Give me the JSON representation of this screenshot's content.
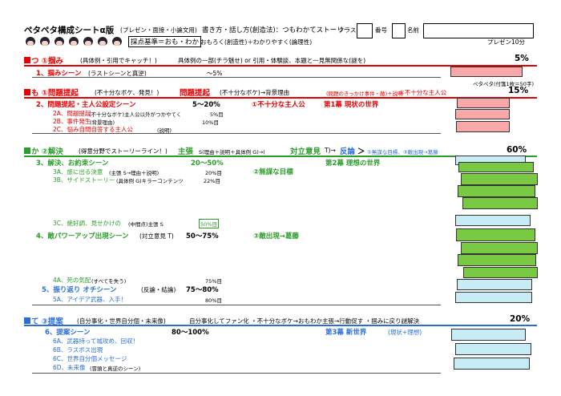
{
  "header": {
    "title": "ペタペタ構成シートα版",
    "subtitle": "(プレゼン・面接・小論文用)",
    "method": "書き方・話し方(創造法)：つもわかてストーリー",
    "class_label": "クラス",
    "number_label": "番号",
    "name_label": "名前",
    "criteria": "採点基準＝おも・わか",
    "criteria2": "おもろく(創造性)＋わかりやすく(論理性)",
    "time": "プレゼン10分"
  },
  "s1": {
    "head": "つ ①掴み",
    "note": "(具体例・引用でキャッチ！)",
    "desc": "具体例の一部(チラ魅せ) or 引用・体験談、本題と一見無関係な(謎を)",
    "pct": "5%",
    "row1": "1、掴みシーン",
    "row1_note": "(ラストシーンと真逆)",
    "row1_pct": "～5%",
    "petapeta": "ペタペタ(付箋1枚＝50字)"
  },
  "s2": {
    "head": "も ①問題提起",
    "note": "(不十分なボケ、発見！)",
    "desc_a": "問題提起",
    "desc_b": "(不十分なボケ)→背景理由",
    "desc_c": "(問題のきっかけ事件・敵)＋説明",
    "desc_d": "①不十分な主人公",
    "pct": "15%",
    "row2": "2、問題提起・主人公設定シーン",
    "row2_pct": "5～20%",
    "row2_red": "①不十分な主人公",
    "row2_act": "第1幕 現状の世界",
    "r2a": "2A、問題提起",
    "r2a_note": "(不十分なボケ)主人公以外がつかやてく",
    "r2a_pct": "5%目",
    "r2b": "2B、事件発生",
    "r2b_note": "(背景理由)",
    "r2b_pct": "10%目",
    "r2c": "2C、悩み自問自答する主人公",
    "r2c_note": "(説明)"
  },
  "s3": {
    "head": "か ②解決",
    "note": "(得意分野でストーリーライン！)",
    "desc_a": "主張",
    "desc_b": "S(理由＋説明＋具体例 G)→(",
    "desc_c": "対立意見",
    "desc_d": "T)→",
    "desc_e": "反論",
    "desc_f": "＞",
    "desc_g": "②無謀な目標、③敵出現→葛藤",
    "pct": "60%",
    "row3": "3、解決、お約束シーン",
    "row3_pct": "20～50%",
    "row3_act": "第2幕 理想の世界",
    "r3a": "3A、旅に出る決意",
    "r3a_note": "(主張 S→理由＋説明)",
    "r3a_pct": "20%目",
    "r3a_green": "②無謀な目標",
    "r3b": "3B、サイドストーリー",
    "r3b_note": "(具体例 G)キラーコンテンツ",
    "r3b_pct": "22%目",
    "r3c": "3C、絶好調、見せかけの",
    "r3c_note": "(中間点)主張 S",
    "r3c_pct": "50%目",
    "row4": "4、敵パワーアップ出現シーン",
    "row4_note": "(対立意見 T)",
    "row4_pct": "50～75%",
    "row4_green": "③敵出現→葛藤",
    "r4a": "4A、死の気配",
    "r4a_note": "(すべてを失う)",
    "r4a_pct": "75%目",
    "row5": "5、振り返り オチシーン",
    "row5_note": "(反論・結論)",
    "row5_pct": "75～80%",
    "r5a": "5A、アイデア武器、入手！",
    "r5a_pct": "80%目"
  },
  "s4": {
    "head": "て ③提案",
    "note": "(自分事化・世界自分個・未来像)",
    "desc": "自分事化してファン化 ・不十分なボケ→おもわか主張→行動促す ・掴みに戻り謎解決",
    "pct": "20%",
    "row6": "6、提案シーン",
    "row6_pct": "80～100%",
    "row6_act": "第3幕 新世界",
    "row6_act_note": "(現状+理想)",
    "r6a": "6A、武器持って城攻め、回収！",
    "r6b": "6B、ラスボス出現",
    "r6c": "6C、世界自分個メッセージ",
    "r6d": "6D、未来像",
    "r6d_note": "(冒頭と真逆のシーン)"
  },
  "colors": {
    "red": "#e60000",
    "green": "#2a9d2a",
    "blue": "#2a6fd6",
    "pink": "#f8a8a8",
    "light_green": "#7ac943",
    "light_blue": "#c8ecf6"
  }
}
